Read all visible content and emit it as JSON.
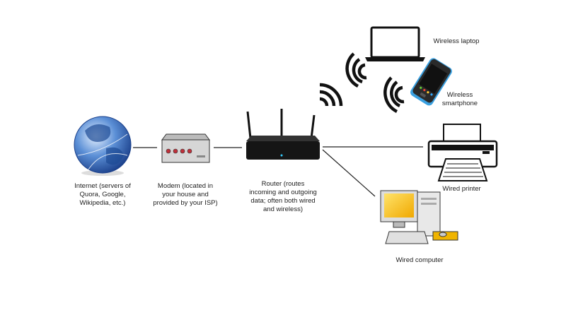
{
  "nodes": {
    "internet": {
      "label": "Internet (servers of\nQuora, Google,\nWikipedia, etc.)",
      "icon": "globe-icon"
    },
    "modem": {
      "label": "Modem (located in\nyour house and\nprovided by your ISP)",
      "icon": "modem-icon"
    },
    "router": {
      "label": "Router (routes\nincoming and outgoing\ndata; often both wired\nand wireless)",
      "icon": "router-icon"
    },
    "laptop": {
      "label": "Wireless laptop",
      "icon": "laptop-icon"
    },
    "smartphone": {
      "label": "Wireless\nsmartphone",
      "icon": "smartphone-icon"
    },
    "printer": {
      "label": "Wired printer",
      "icon": "printer-icon"
    },
    "computer": {
      "label": "Wired computer",
      "icon": "desktop-computer-icon"
    }
  },
  "colors": {
    "line": "#222222",
    "modem_leds": "#c0303a",
    "phone": "#3aa0e0",
    "screen": "#f5c400",
    "globe": "#2a5fb0"
  }
}
